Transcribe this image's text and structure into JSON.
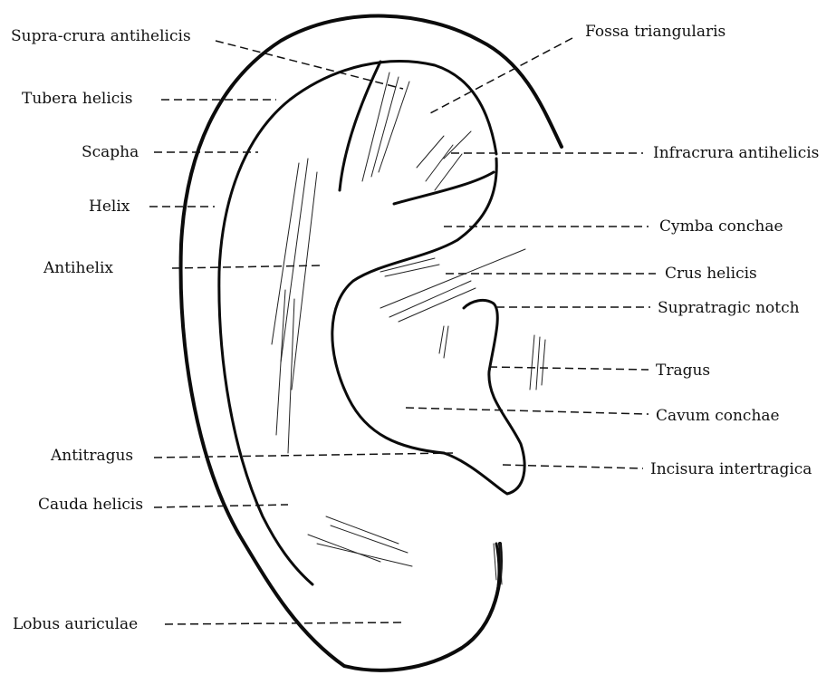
{
  "labels": {
    "supra_crura_antihelicis": "Supra-crura antihelicis",
    "fossa_triangularis": "Fossa triangularis",
    "tubera_helicis": "Tubera helicis",
    "infracrura_antihelicis": "Infracrura antihelicis",
    "scapha": "Scapha",
    "helix": "Helix",
    "cymba_conchae": "Cymba conchae",
    "antihelix": "Antihelix",
    "crus_helicis": "Crus helicis",
    "supratragic_notch": "Supratragic notch",
    "tragus": "Tragus",
    "cavum_conchae": "Cavum conchae",
    "antitragus": "Antitragus",
    "incisura_intertragica": "Incisura intertragica",
    "cauda_helicis": "Cauda helicis",
    "lobus_auriculae": "Lobus auriculae"
  }
}
